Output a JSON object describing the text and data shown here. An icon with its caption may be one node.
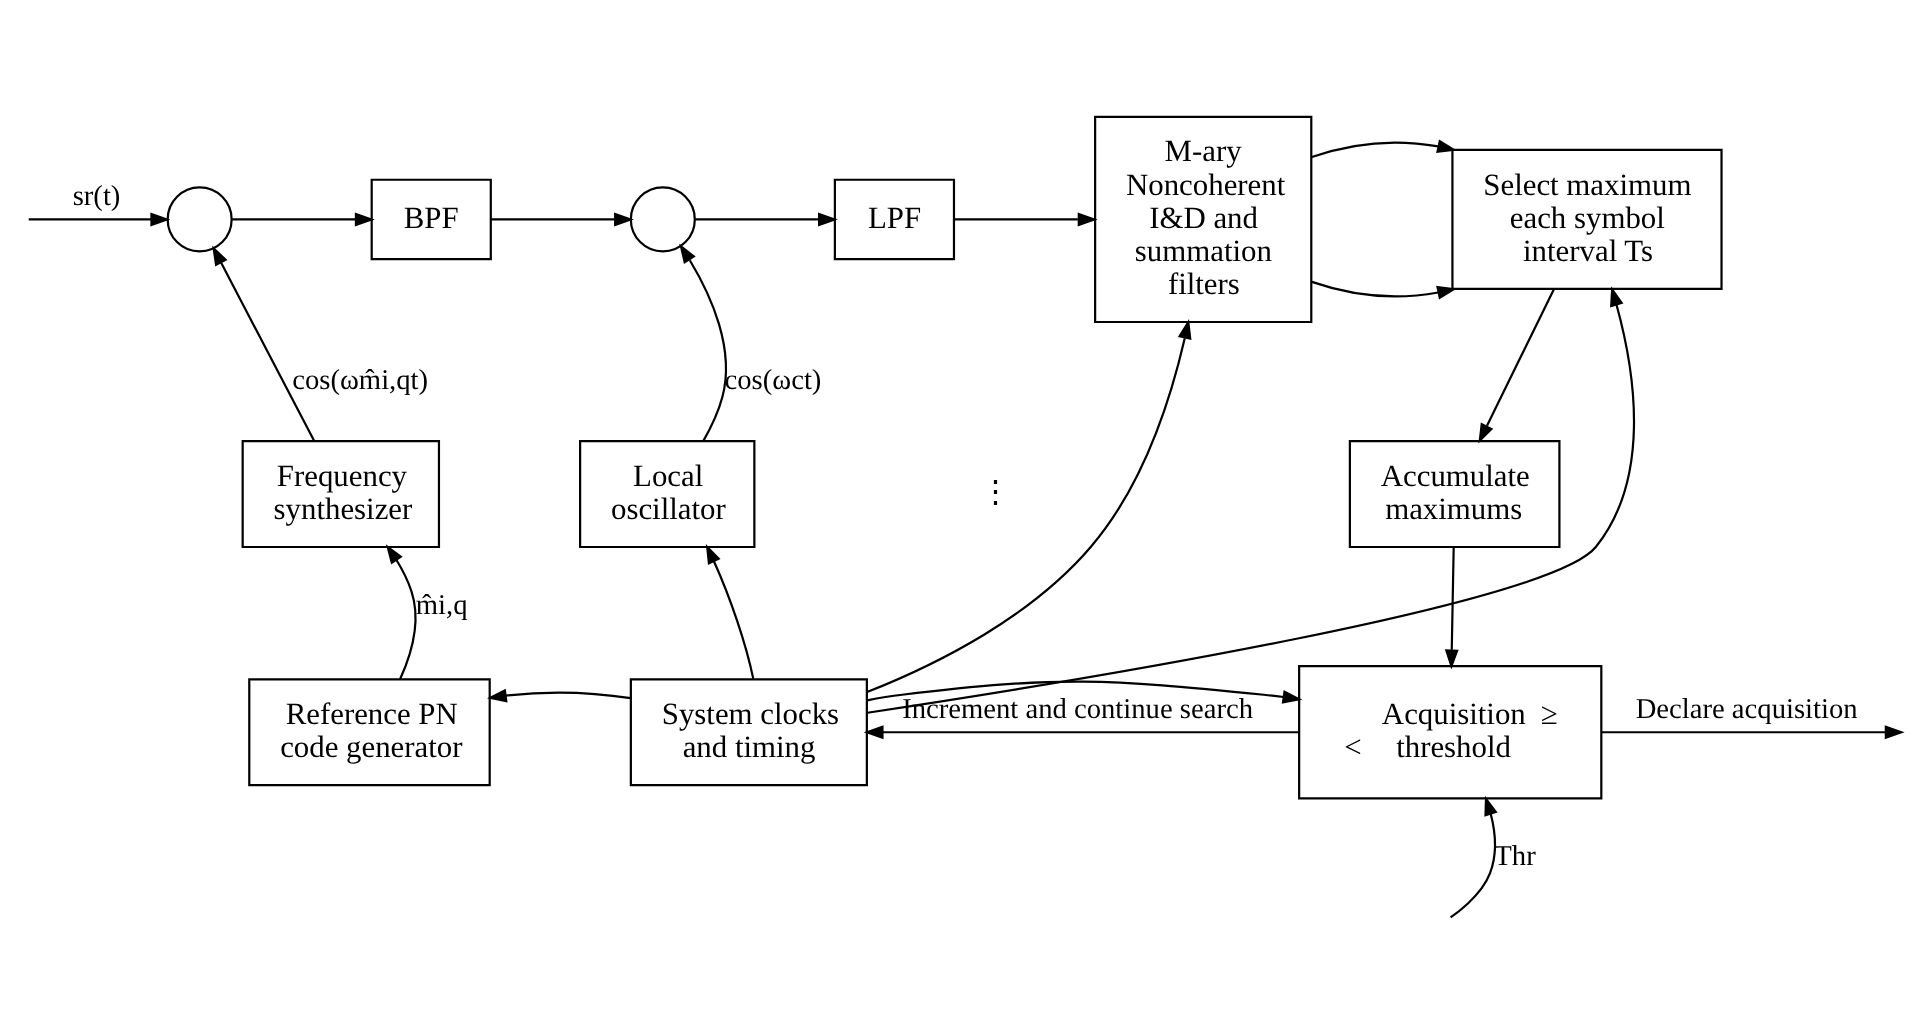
{
  "diagram": {
    "nodes": [
      {
        "text": [],
        "shape": "circle"
      },
      {
        "text": [
          "BPF"
        ]
      },
      {
        "text": [],
        "shape": "circle"
      },
      {
        "text": [
          "LPF"
        ]
      },
      {
        "text": [
          "M-ary Noncoherent I&D and summation filters"
        ]
      },
      {
        "text": [
          "Select maximum each symbol interval Ts"
        ]
      },
      {
        "text": [
          "Frequency synthesizer"
        ]
      },
      {
        "text": [
          "Local oscillator"
        ]
      },
      {
        "text": [
          "Accumulate maximums"
        ]
      },
      {
        "text": [
          "Reference PN code generator"
        ]
      },
      {
        "text": [
          "System clocks and timing"
        ]
      },
      {
        "text": [
          "<",
          "Acquisition threshold",
          "≥"
        ]
      }
    ],
    "edges": [
      {
        "from": null,
        "to": 0,
        "arrow": "to",
        "label": "sr(t)"
      },
      {
        "from": 0,
        "to": 1,
        "arrow": "to"
      },
      {
        "from": 1,
        "to": 2,
        "arrow": "to"
      },
      {
        "from": 2,
        "to": 3,
        "arrow": "to"
      },
      {
        "from": 3,
        "to": 4,
        "arrow": "to"
      },
      {
        "from": 4,
        "to": 5,
        "arrow": "to"
      },
      {
        "from": 4,
        "to": 5,
        "arrow": "to"
      },
      {
        "from": 6,
        "to": 0,
        "arrow": "to",
        "label": "cos(ωm̂i,qt)"
      },
      {
        "from": 7,
        "to": 2,
        "arrow": "to",
        "label": "cos(ωct)"
      },
      {
        "from": 9,
        "to": 6,
        "arrow": "to",
        "label": "m̂i,q"
      },
      {
        "from": 10,
        "to": 9,
        "arrow": "to"
      },
      {
        "from": 10,
        "to": 7,
        "arrow": "to"
      },
      {
        "from": 10,
        "to": 4,
        "arrow": "to"
      },
      {
        "from": 10,
        "to": 5,
        "arrow": "to"
      },
      {
        "from": 5,
        "to": 8,
        "arrow": "to"
      },
      {
        "from": 8,
        "to": 11,
        "arrow": "to"
      },
      {
        "from": 10,
        "to": 11,
        "arrow": "to"
      },
      {
        "from": 11,
        "to": 10,
        "arrow": "to",
        "label": "Increment and continue search"
      },
      {
        "from": 11,
        "to": null,
        "arrow": "to",
        "label": "Declare acquisition"
      },
      {
        "from": null,
        "to": 11,
        "arrow": "to",
        "label": "Thr"
      }
    ],
    "labels": [
      "⋮"
    ]
  }
}
